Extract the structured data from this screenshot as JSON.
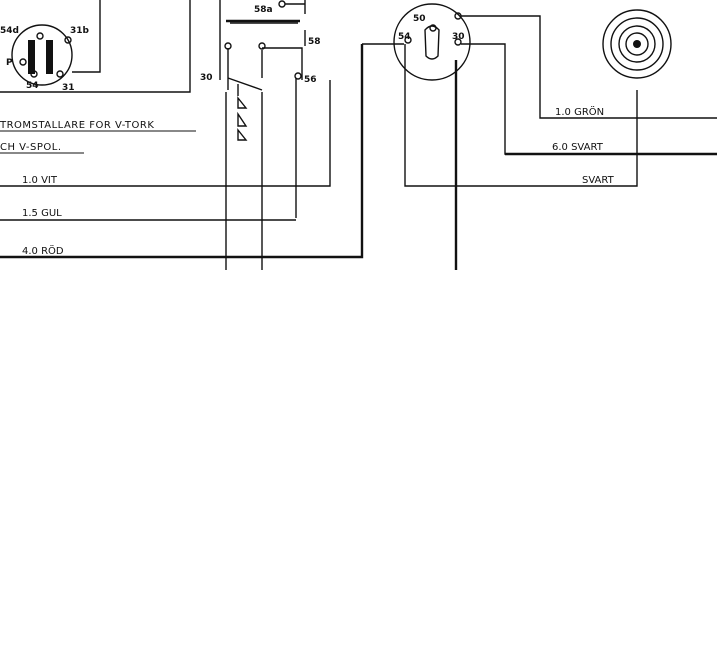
{
  "diagram": {
    "caption_line1": "TROMSTALLARE FOR V-TORK",
    "caption_line2": "CH V-SPOL.",
    "left_connector": {
      "terminals": [
        "54d",
        "31b",
        "P",
        "54",
        "31"
      ]
    },
    "relay_switch": {
      "terminals": [
        "58a",
        "58",
        "30",
        "56"
      ]
    },
    "ignition_switch": {
      "terminals": [
        "50",
        "54",
        "30"
      ]
    },
    "wires": [
      {
        "label": "1.0 VIT"
      },
      {
        "label": "1.5 GUL"
      },
      {
        "label": "4.0 RÖD"
      },
      {
        "label": "1.0 GRÖN"
      },
      {
        "label": "6.0 SVART"
      },
      {
        "label": "SVART"
      }
    ]
  }
}
